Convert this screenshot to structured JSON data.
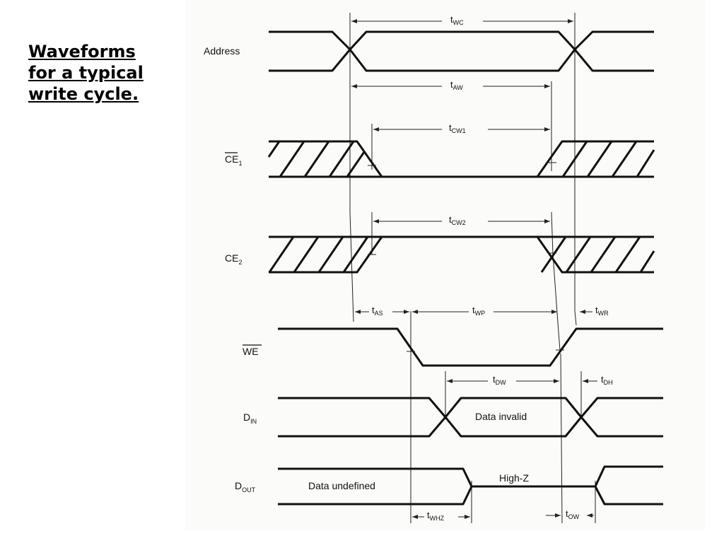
{
  "slide": {
    "title_lines": [
      "Waveforms",
      "for a typical",
      "write cycle."
    ]
  },
  "signals": {
    "address": {
      "main": "Address",
      "sub": ""
    },
    "ce1": {
      "main": "CE",
      "sub": "1"
    },
    "ce2": {
      "main": "CE",
      "sub": "2"
    },
    "we": {
      "main": "WE",
      "sub": ""
    },
    "din": {
      "main": "D",
      "sub": "IN"
    },
    "dout": {
      "main": "D",
      "sub": "OUT"
    }
  },
  "timing": {
    "twc": {
      "main": "t",
      "sub": "WC"
    },
    "taw": {
      "main": "t",
      "sub": "AW"
    },
    "tcw1": {
      "main": "t",
      "sub": "CW1"
    },
    "tcw2": {
      "main": "t",
      "sub": "CW2"
    },
    "tas": {
      "main": "t",
      "sub": "AS"
    },
    "twp": {
      "main": "t",
      "sub": "WP"
    },
    "twr": {
      "main": "t",
      "sub": "WR"
    },
    "tdw": {
      "main": "t",
      "sub": "DW"
    },
    "tdh": {
      "main": "t",
      "sub": "DH"
    },
    "twhz": {
      "main": "t",
      "sub": "WHZ"
    },
    "tow": {
      "main": "t",
      "sub": "OW"
    }
  },
  "annotations": {
    "data_invalid": "Data invalid",
    "data_undefined": "Data undefined",
    "high_z": "High-Z"
  }
}
